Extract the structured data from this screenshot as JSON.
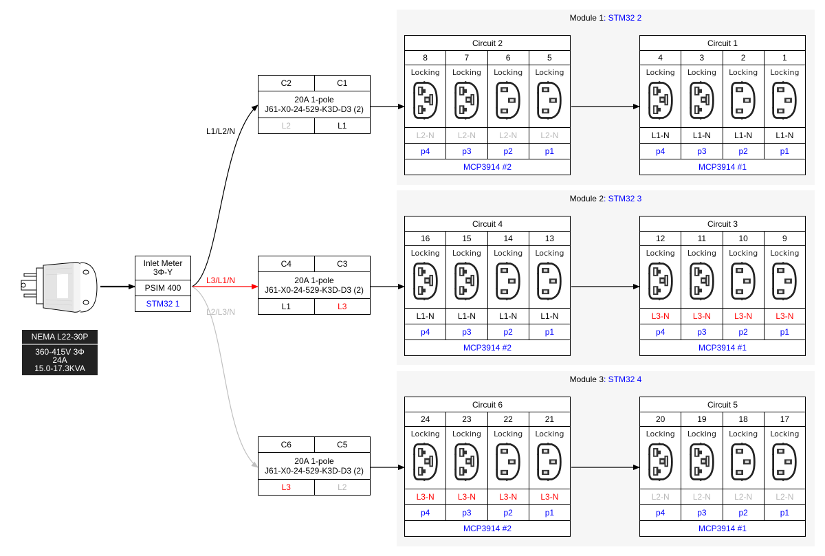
{
  "plug": {
    "icon": "nema-l22-30p-plug",
    "name": "NEMA L22-30P",
    "specs": [
      "360-415V 3Φ",
      "24A",
      "15.0-17.3KVA"
    ]
  },
  "inlet": {
    "title": "Inlet Meter",
    "subtitle": "3Φ-Y",
    "model": "PSIM 400",
    "mcu": "STM32 1"
  },
  "edges": [
    {
      "label": "L1/L2/N",
      "color": "#000000"
    },
    {
      "label": "L3/L1/N",
      "color": "#ff0000"
    },
    {
      "label": "L2/L3/N",
      "color": "#c0c0c0"
    }
  ],
  "breakers": [
    {
      "left_id": "C2",
      "right_id": "C1",
      "rating": "20A 1-pole",
      "part": "J61-X0-24-529-K3D-D3 (2)",
      "left_phase": "L2",
      "right_phase": "L1"
    },
    {
      "left_id": "C4",
      "right_id": "C3",
      "rating": "20A 1-pole",
      "part": "J61-X0-24-529-K3D-D3 (2)",
      "left_phase": "L1",
      "right_phase": "L3"
    },
    {
      "left_id": "C6",
      "right_id": "C5",
      "rating": "20A 1-pole",
      "part": "J61-X0-24-529-K3D-D3 (2)",
      "left_phase": "L3",
      "right_phase": "L2"
    }
  ],
  "modules": [
    {
      "title": "Module 1",
      "mcu": "STM32 2",
      "circuits": [
        {
          "title": "Circuit 2",
          "outlets": [
            "8",
            "7",
            "6",
            "5"
          ],
          "receptacles": [
            "C19",
            "C19",
            "C13",
            "C13"
          ],
          "type": "Locking",
          "phase": "L2-N",
          "pins": [
            "p4",
            "p3",
            "p2",
            "p1"
          ],
          "adc": "MCP3914 #2"
        },
        {
          "title": "Circuit 1",
          "outlets": [
            "4",
            "3",
            "2",
            "1"
          ],
          "receptacles": [
            "C19",
            "C19",
            "C13",
            "C13"
          ],
          "type": "Locking",
          "phase": "L1-N",
          "pins": [
            "p4",
            "p3",
            "p2",
            "p1"
          ],
          "adc": "MCP3914 #1"
        }
      ]
    },
    {
      "title": "Module 2",
      "mcu": "STM32 3",
      "circuits": [
        {
          "title": "Circuit 4",
          "outlets": [
            "16",
            "15",
            "14",
            "13"
          ],
          "receptacles": [
            "C19",
            "C19",
            "C13",
            "C13"
          ],
          "type": "Locking",
          "phase": "L1-N",
          "pins": [
            "p4",
            "p3",
            "p2",
            "p1"
          ],
          "adc": "MCP3914 #2"
        },
        {
          "title": "Circuit 3",
          "outlets": [
            "12",
            "11",
            "10",
            "9"
          ],
          "receptacles": [
            "C19",
            "C19",
            "C13",
            "C13"
          ],
          "type": "Locking",
          "phase": "L3-N",
          "pins": [
            "p4",
            "p3",
            "p2",
            "p1"
          ],
          "adc": "MCP3914 #1"
        }
      ]
    },
    {
      "title": "Module 3",
      "mcu": "STM32 4",
      "circuits": [
        {
          "title": "Circuit 6",
          "outlets": [
            "24",
            "23",
            "22",
            "21"
          ],
          "receptacles": [
            "C19",
            "C19",
            "C13",
            "C13"
          ],
          "type": "Locking",
          "phase": "L3-N",
          "pins": [
            "p4",
            "p3",
            "p2",
            "p1"
          ],
          "adc": "MCP3914 #2"
        },
        {
          "title": "Circuit 5",
          "outlets": [
            "20",
            "19",
            "18",
            "17"
          ],
          "receptacles": [
            "C19",
            "C19",
            "C13",
            "C13"
          ],
          "type": "Locking",
          "phase": "L2-N",
          "pins": [
            "p4",
            "p3",
            "p2",
            "p1"
          ],
          "adc": "MCP3914 #1"
        }
      ]
    }
  ],
  "phase_colors": {
    "L1": "#000000",
    "L2": "#b8b8b8",
    "L3": "#ff0000",
    "link": "#0000ff"
  }
}
